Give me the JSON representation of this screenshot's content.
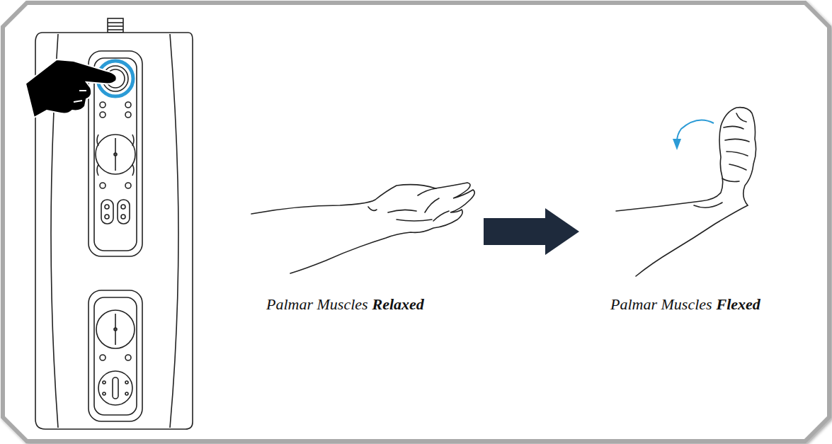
{
  "diagram": {
    "labels": [
      "Palmar Muscles",
      "Relaxed",
      "Palmar Muscles",
      "Flexed"
    ]
  }
}
